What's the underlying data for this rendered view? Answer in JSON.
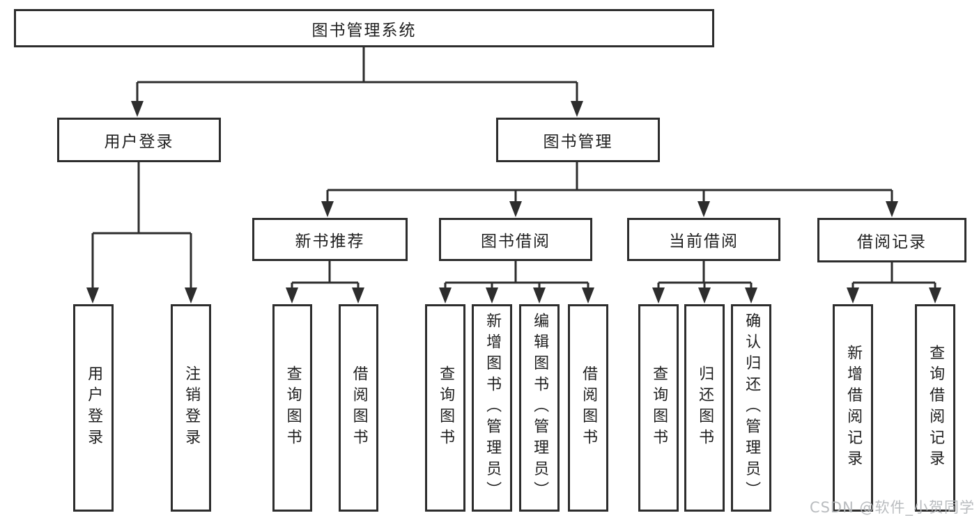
{
  "tree": {
    "label": "图书管理系统",
    "children": [
      {
        "label": "用户登录",
        "children": [
          {
            "label": "用户登录"
          },
          {
            "label": "注销登录"
          }
        ]
      },
      {
        "label": "图书管理",
        "children": [
          {
            "label": "新书推荐",
            "children": [
              {
                "label": "查询图书"
              },
              {
                "label": "借阅图书"
              }
            ]
          },
          {
            "label": "图书借阅",
            "children": [
              {
                "label": "查询图书"
              },
              {
                "label": "新增图书（管理员）"
              },
              {
                "label": "编辑图书（管理员）"
              },
              {
                "label": "借阅图书"
              }
            ]
          },
          {
            "label": "当前借阅",
            "children": [
              {
                "label": "查询图书"
              },
              {
                "label": "归还图书"
              },
              {
                "label": "确认归还（管理员）"
              }
            ]
          },
          {
            "label": "借阅记录",
            "children": [
              {
                "label": "新增借阅记录"
              },
              {
                "label": "查询借阅记录"
              }
            ]
          }
        ]
      }
    ]
  },
  "watermark": "CSDN @软件_小贺同学",
  "colors": {
    "line": "#2d2d2d",
    "box_border": "#2d2d2d",
    "text": "#1f1f1f",
    "watermark": "#b4b7ba",
    "background": "#ffffff"
  }
}
